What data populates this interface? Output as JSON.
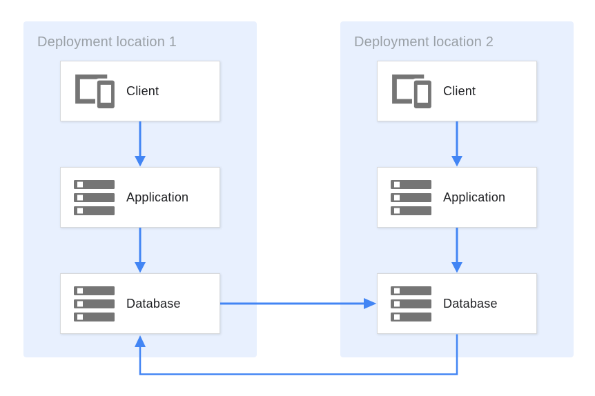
{
  "diagram": {
    "zones": [
      {
        "title": "Deployment location 1",
        "nodes": [
          {
            "id": "client-1",
            "label": "Client",
            "icon": "client-devices-icon"
          },
          {
            "id": "application-1",
            "label": "Application",
            "icon": "server-stack-icon"
          },
          {
            "id": "database-1",
            "label": "Database",
            "icon": "server-stack-icon"
          }
        ]
      },
      {
        "title": "Deployment location 2",
        "nodes": [
          {
            "id": "client-2",
            "label": "Client",
            "icon": "client-devices-icon"
          },
          {
            "id": "application-2",
            "label": "Application",
            "icon": "server-stack-icon"
          },
          {
            "id": "database-2",
            "label": "Database",
            "icon": "server-stack-icon"
          }
        ]
      }
    ],
    "arrows": [
      {
        "from": "client-1",
        "to": "application-1",
        "direction": "down"
      },
      {
        "from": "application-1",
        "to": "database-1",
        "direction": "down"
      },
      {
        "from": "client-2",
        "to": "application-2",
        "direction": "down"
      },
      {
        "from": "application-2",
        "to": "database-2",
        "direction": "down"
      },
      {
        "from": "database-1",
        "to": "database-2",
        "direction": "right"
      },
      {
        "from": "database-2",
        "to": "database-1",
        "direction": "loop-bottom"
      }
    ],
    "colors": {
      "zone_background": "#e8f0fe",
      "node_background": "#ffffff",
      "node_border": "#d7d9dc",
      "arrow": "#4285f4",
      "icon": "#757575",
      "node_label": "#202124",
      "zone_title": "#9aa0a6"
    }
  }
}
